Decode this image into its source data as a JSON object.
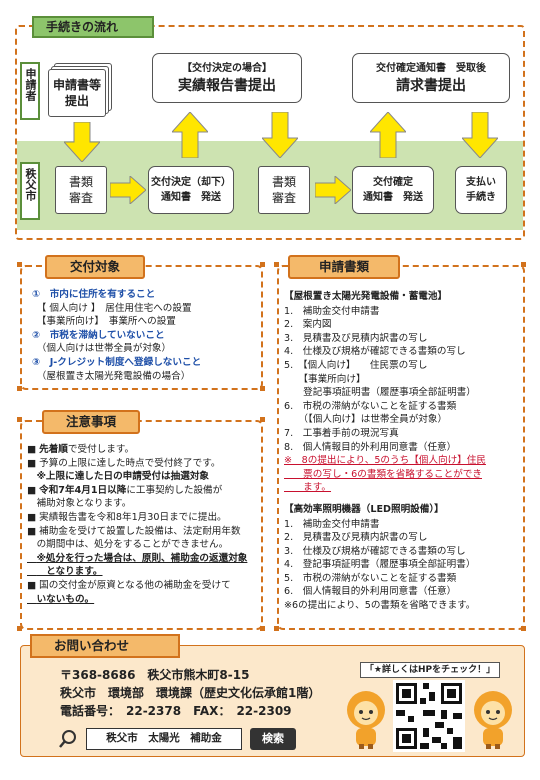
{
  "flow": {
    "title": "手続きの流れ",
    "applicant_tab": "申請者",
    "city_tab": "秩父市",
    "apply_docs": [
      "申請書等",
      "提出"
    ],
    "review_1": [
      "書類",
      "審査"
    ],
    "grant_decision": [
      "交付決定（却下）",
      "通知書　発送"
    ],
    "result_report": [
      "【交付決定の場合】",
      "実績報告書提出"
    ],
    "review_2": [
      "書類",
      "審査"
    ],
    "confirm_notice": [
      "交付確定",
      "通知書　発送"
    ],
    "claim": [
      "交付確定通知書　受取後",
      "請求書提出"
    ],
    "payment": [
      "支払い",
      "手続き"
    ]
  },
  "target": {
    "title": "交付対象",
    "items": [
      "①　市内に住所を有すること",
      "　【 個人向け 】　居住用住宅への設置",
      "　【事業所向け】　事業所への設置",
      "②　市税を滞納していないこと",
      "　（個人向けは世帯全員が対象）",
      "③　J-クレジット制度へ登録しないこと",
      "　（屋根置き太陽光発電設備の場合）"
    ]
  },
  "notes": {
    "title": "注意事項",
    "lines": [
      {
        "pre": "■ ",
        "bold": "先着順",
        "rest": "で受付します。"
      },
      {
        "pre": "■ ",
        "bold": "",
        "rest": "予算の上限に達した時点で受付終了です。"
      },
      {
        "pre": "　",
        "bold": "※上限に達した日の申請受付は抽選対象",
        "rest": ""
      },
      {
        "pre": "■ ",
        "bold": "令和7年4月1日以降",
        "rest": "に工事契約した設備が"
      },
      {
        "pre": "　",
        "bold": "",
        "rest": "補助対象となります。"
      },
      {
        "pre": "■ ",
        "bold": "",
        "rest": "実績報告書を令和8年1月30日までに提出。"
      },
      {
        "pre": "■ ",
        "bold": "",
        "rest": "補助金を受けて設置した設備は、法定耐用年数"
      },
      {
        "pre": "　",
        "bold": "",
        "rest": "の期間中は、処分をすることができません。"
      },
      {
        "pre": "　",
        "bold": "※処分を行った場合は、原則、補助金の返還対象",
        "rest": ""
      },
      {
        "pre": "　",
        "bold": "　となります。",
        "rest": ""
      },
      {
        "pre": "■ ",
        "bold": "",
        "rest": "国の交付金が原資となる他の補助金を受けて"
      },
      {
        "pre": "　",
        "bold": "いないもの。",
        "rest": ""
      }
    ]
  },
  "docs": {
    "title": "申請書類",
    "solar_head": "【屋根置き太陽光発電設備・蓄電池】",
    "solar_items": [
      "1.　補助金交付申請書",
      "2.　案内図",
      "3.　見積書及び見積内訳書の写し",
      "4.　仕様及び規格が確認できる書類の写し",
      "5.　【個人向け】　　住民票の写し",
      "　　【事業所向け】",
      "　　登記事項証明書（履歴事項全部証明書）",
      "6.　市税の滞納がないことを証する書類",
      "　　（【個人向け】は世帯全員が対象）",
      "7.　工事着手前の現況写真",
      "8.　個人情報目的外利用同意書（任意）",
      "※　8の提出により、5のうち【個人向け】住民",
      "　　票の写し・6の書類を省略することができ",
      "　　ます。"
    ],
    "led_head": "【高効率照明機器（LED照明設備）】",
    "led_items": [
      "1.　補助金交付申請書",
      "2.　見積書及び見積内訳書の写し",
      "3.　仕様及び規格が確認できる書類の写し",
      "4.　登記事項証明書（履歴事項全部証明書）",
      "5.　市税の滞納がないことを証する書類",
      "6.　個人情報目的外利用同意書（任意）",
      "※6の提出により、5の書類を省略できます。"
    ]
  },
  "contact": {
    "title": "お問い合わせ",
    "address": "〒368-8686　秩父市熊木町8-15",
    "dept": "秩父市　環境部　環境課（歴史文化伝承館1階）",
    "phone": "電話番号：　22-2378　FAX：　22-2309",
    "search_terms": "秩父市　太陽光　補助金",
    "search_button": "検索",
    "hp_check": "「★詳しくはHPをチェック！」"
  },
  "colors": {
    "orange": "#d2721c",
    "green": "#8dc56b",
    "yellow": "#ffe600",
    "red": "#c8102e",
    "blue": "#1e4fa8"
  }
}
